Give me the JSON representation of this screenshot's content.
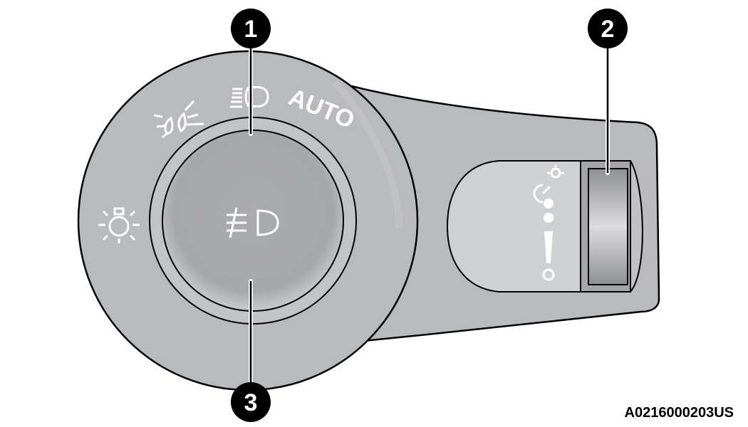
{
  "dial": {
    "auto_label": "AUTO",
    "positions": [
      "parking-lights",
      "headlights",
      "high-beam",
      "auto"
    ],
    "center_button": "front-fog-light"
  },
  "dimmer": {
    "symbols": [
      "instrument-panel-dimmer",
      "dot",
      "dot",
      "bar",
      "off-ring"
    ]
  },
  "callouts": [
    {
      "number": "1"
    },
    {
      "number": "2"
    },
    {
      "number": "3"
    }
  ],
  "caption": "A0216000203US",
  "colors": {
    "housing": "#b9babd",
    "knob": "#a9aaad",
    "rocker": "#cfd0d2"
  }
}
